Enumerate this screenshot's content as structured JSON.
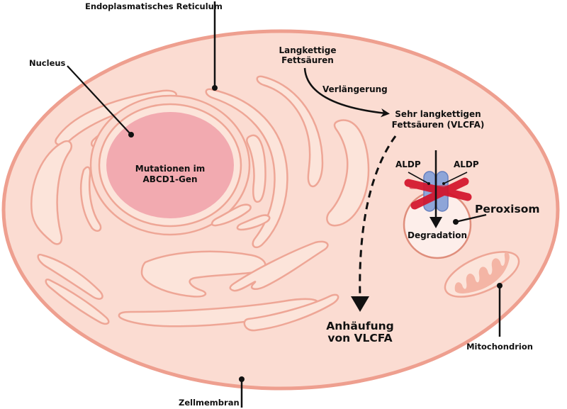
{
  "diagram": {
    "title": "X-ALD Zellschema",
    "colors": {
      "cell_fill": "#fbdcd2",
      "cell_outline": "#ee9f8f",
      "er_outline": "#eea696",
      "er_fill": "#fce4da",
      "nucleus_fill": "#f2aab0",
      "peroxisome_fill": "#fdeeea",
      "peroxisome_outline": "#df8e7c",
      "aldp_fill": "#8ea5d8",
      "aldp_outline": "#6680bf",
      "cross_color": "#d3132a",
      "mito_fill": "#f4b5a5",
      "arrow_color": "#111111"
    },
    "labels": {
      "er": "Endoplasmatisches Reticulum",
      "nucleus": "Nucleus",
      "nucleus_inner_line1": "Mutationen im",
      "nucleus_inner_line2": "ABCD1-Gen",
      "lcfa_line1": "Langkettige",
      "lcfa_line2": "Fettsäuren",
      "elongation": "Verlängerung",
      "vlcfa_line1": "Sehr langkettigen",
      "vlcfa_line2": "Fettsäuren (VLCFA)",
      "aldp_left": "ALDP",
      "aldp_right": "ALDP",
      "peroxisome": "Peroxisom",
      "degradation": "Degradation",
      "accumulation_line1": "Anhäufung",
      "accumulation_line2": "von VLCFA",
      "mitochondrion": "Mitochondrion",
      "cell_membrane": "Zellmembran"
    }
  }
}
